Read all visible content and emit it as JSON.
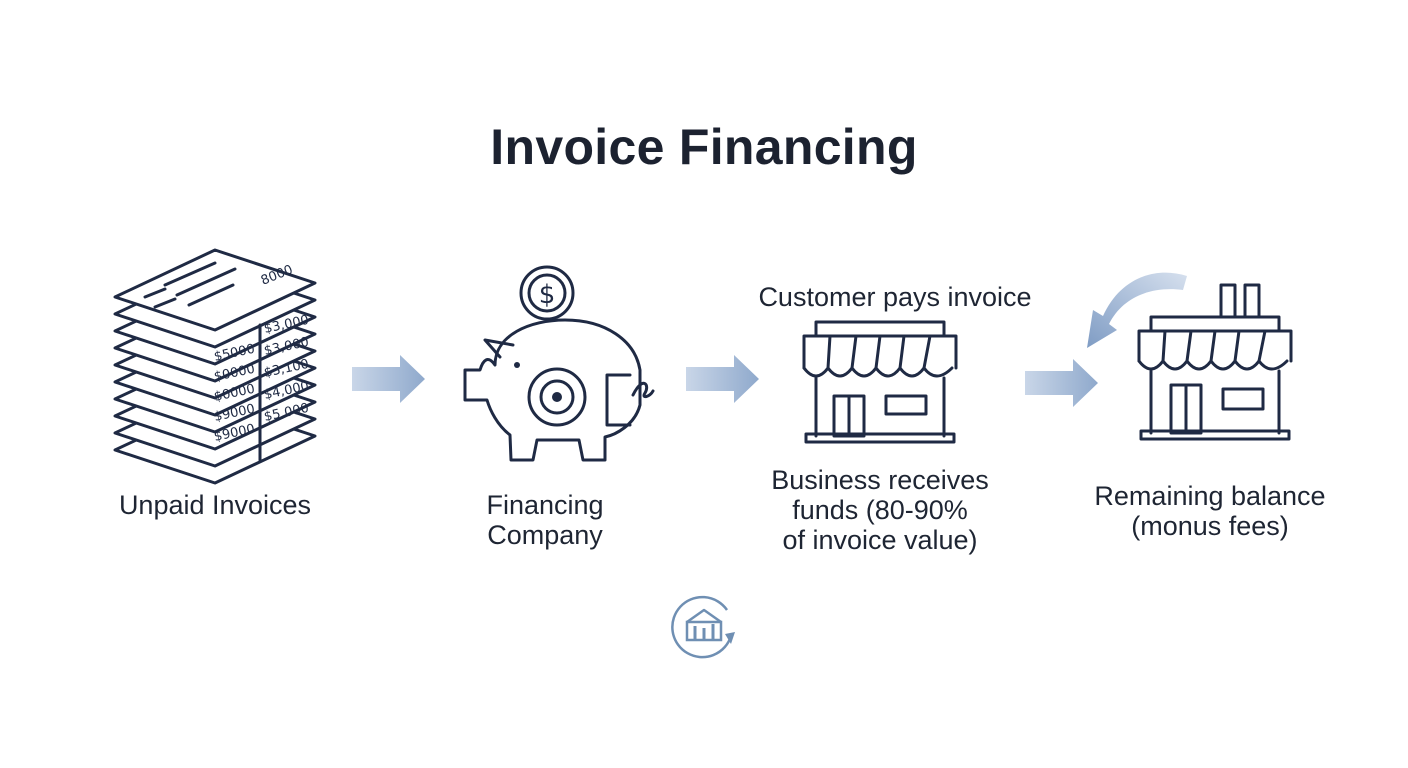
{
  "title": "Invoice Financing",
  "steps": [
    {
      "label_lines": [
        "Unpaid Invoices"
      ],
      "icon": "invoice-stack-icon"
    },
    {
      "label_lines": [
        "Financing",
        "Company"
      ],
      "icon": "piggy-bank-icon"
    },
    {
      "top_label": "Customer pays invoice",
      "label_lines": [
        "Business receives",
        "funds (80-90%",
        "of invoice value)"
      ],
      "icon": "storefront-icon"
    },
    {
      "label_lines": [
        "Remaining balance",
        "(monus fees)"
      ],
      "icon": "factory-store-icon"
    }
  ],
  "invoice_amounts_left": [
    "$5000",
    "$0000",
    "$0000",
    "$9000",
    "$9000"
  ],
  "invoice_amounts_right": [
    "$3,000",
    "$3,000",
    "$3,100",
    "$4,000",
    "$5,000"
  ],
  "invoice_top_amount": "8000",
  "coin_symbol": "$",
  "colors": {
    "ink": "#1f2a44",
    "arrow": "#8fa9cc",
    "accent": "#6f8fb3"
  }
}
